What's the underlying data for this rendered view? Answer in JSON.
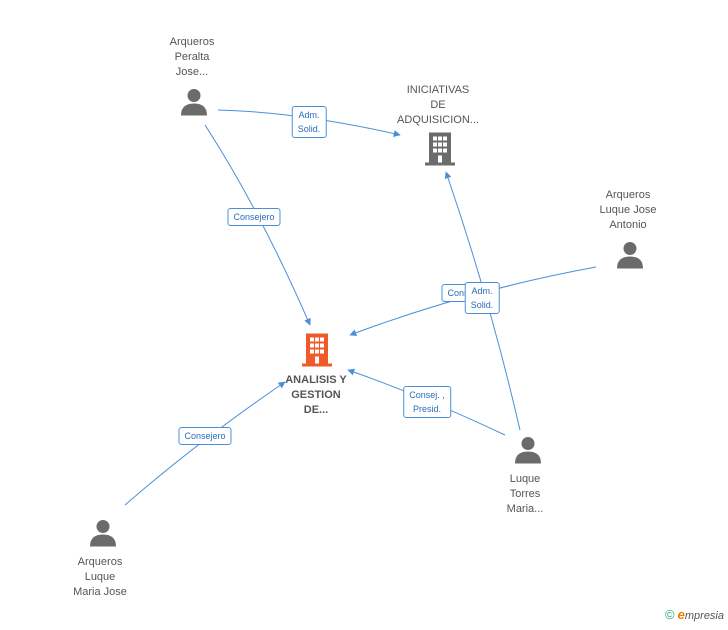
{
  "nodes": {
    "arqueros_peralta": {
      "label": "Arqueros\nPeralta\nJose...",
      "icon": "person-icon"
    },
    "iniciativas": {
      "label": "INICIATIVAS\nDE\nADQUISICION...",
      "icon": "building-icon"
    },
    "arqueros_luque_jose_antonio": {
      "label": "Arqueros\nLuque Jose\nAntonio",
      "icon": "person-icon"
    },
    "analisis": {
      "label": "ANALISIS Y\nGESTION\nDE...",
      "icon": "building-icon",
      "color": "#f05a28"
    },
    "luque_torres": {
      "label": "Luque\nTorres\nMaria...",
      "icon": "person-icon"
    },
    "arqueros_luque_maria": {
      "label": "Arqueros\nLuque\nMaria Jose",
      "icon": "person-icon"
    }
  },
  "edges": {
    "peralta_iniciativas": "Adm.\nSolid.",
    "peralta_analisis": "Consejero",
    "luque_jose_antonio_analisis": "Consejero",
    "luque_torres_iniciativas": "Adm.\nSolid.",
    "luque_torres_analisis": "Consej. ,\nPresid.",
    "luque_maria_analisis": "Consejero"
  },
  "colors": {
    "edge": "#4a90d9",
    "person": "#6b6b6b",
    "building": "#6b6b6b",
    "accent": "#f05a28"
  },
  "brand": {
    "copyright": "©",
    "e": "e",
    "rest": "mpresia"
  }
}
